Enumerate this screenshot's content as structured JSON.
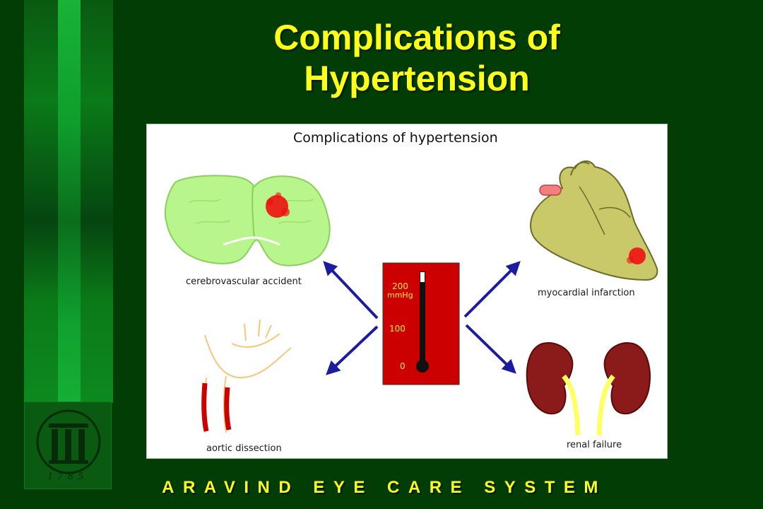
{
  "slide": {
    "title": "Complications of Hypertension",
    "footer": "ARAVIND EYE CARE SYSTEM",
    "logo_year": "1785"
  },
  "diagram": {
    "title": "Complications of hypertension",
    "labels": {
      "cerebrovascular": "cerebrovascular accident",
      "myocardial": "myocardial infarction",
      "aortic": "aortic dissection",
      "renal": "renal failure"
    },
    "gauge": {
      "tick_200": "200",
      "unit": "mmHg",
      "tick_100": "100",
      "tick_0": "0"
    }
  },
  "colors": {
    "background": "#033d06",
    "title": "#ffff1a",
    "arrow": "#1c1ca0",
    "brain": "#b8f58c",
    "heart": "#c9c96a",
    "kidney": "#8b1a1a",
    "gauge": "#cc0000",
    "lesion": "#ee1111"
  }
}
